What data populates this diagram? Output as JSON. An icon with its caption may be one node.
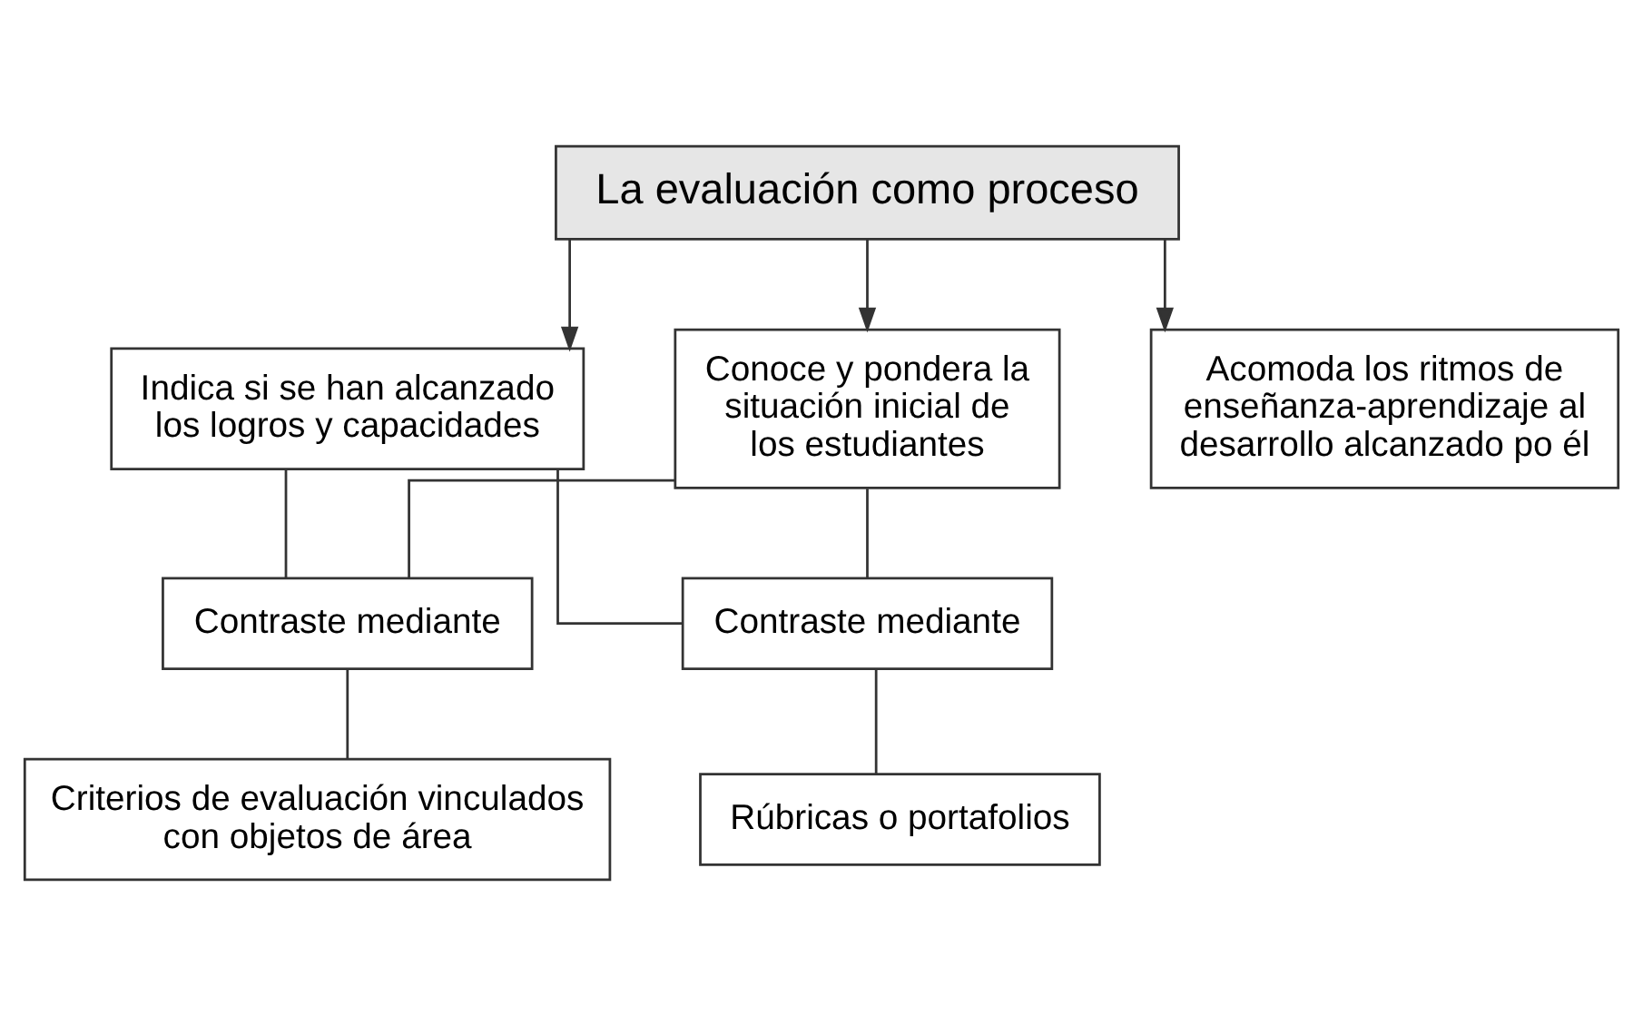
{
  "diagram": {
    "nodes": [
      {
        "text": [
          "La evaluación como proceso"
        ]
      },
      {
        "text": [
          "Conoce y pondera la situación inicial de los estudiantes"
        ]
      },
      {
        "text": [
          "Acomoda los ritmos de enseñanza-aprendizaje al desarrollo alcanzado po él"
        ]
      },
      {
        "text": [
          "Indica si se han alcanzado los logros y capacidades"
        ]
      },
      {
        "text": [
          "Contraste mediante"
        ]
      },
      {
        "text": [
          "Contraste mediante"
        ]
      },
      {
        "text": [
          "Criterios de evaluación vinculados con objetos de área"
        ]
      },
      {
        "text": [
          "Rúbricas o portafolios"
        ]
      }
    ],
    "edges": [
      {
        "from": 0,
        "to": 1,
        "arrow": "to"
      },
      {
        "from": 0,
        "to": 2,
        "arrow": "to"
      },
      {
        "from": 0,
        "to": 3,
        "arrow": "to"
      },
      {
        "from": 1,
        "to": 4,
        "arrow": "none"
      },
      {
        "from": 1,
        "to": 5,
        "arrow": "none"
      },
      {
        "from": 3,
        "to": 4,
        "arrow": "none"
      },
      {
        "from": 3,
        "to": 5,
        "arrow": "none"
      },
      {
        "from": 4,
        "to": 6,
        "arrow": "none"
      },
      {
        "from": 5,
        "to": 7,
        "arrow": "none"
      }
    ]
  }
}
